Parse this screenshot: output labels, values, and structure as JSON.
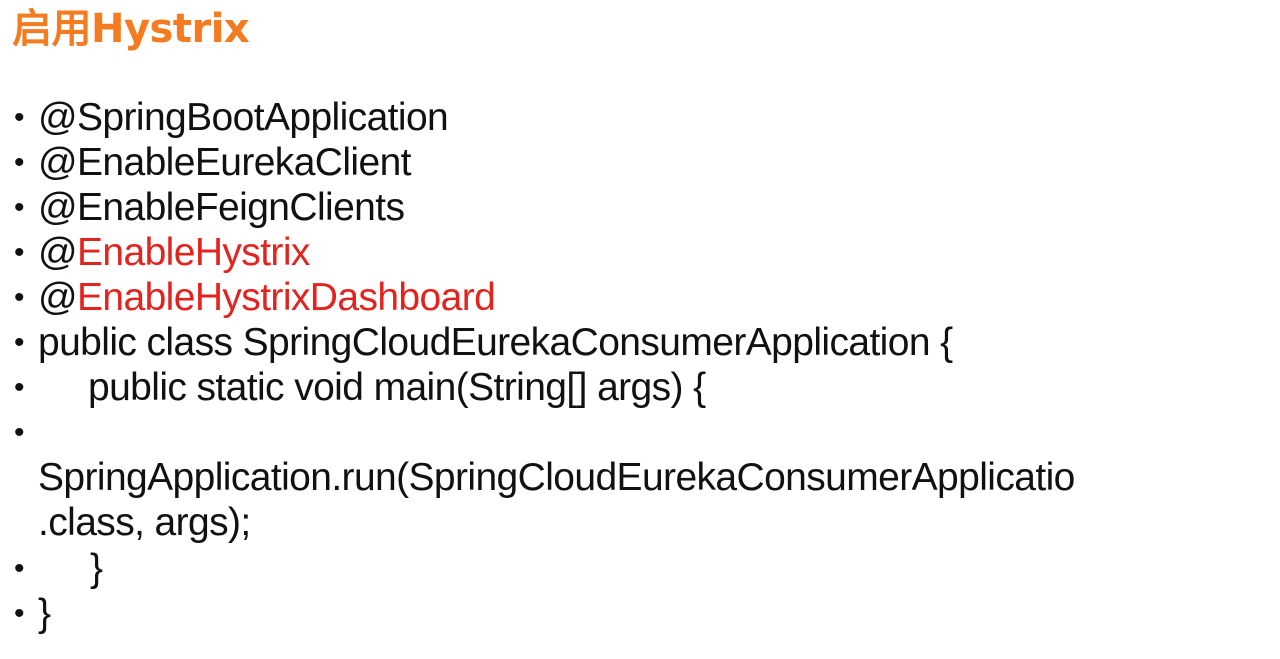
{
  "title": "启用Hystrix",
  "bullet_char": "•",
  "lines": {
    "l1": "@SpringBootApplication",
    "l2": "@EnableEurekaClient",
    "l3": "@EnableFeignClients",
    "l4_prefix": "@",
    "l4_red": "EnableHystrix",
    "l5_prefix": "@",
    "l5_red": "EnableHystrixDashboard",
    "l6": "public class SpringCloudEurekaConsumerApplication {",
    "l7": "public static void main(String[] args) {",
    "l8a": "SpringApplication.run(SpringCloudEurekaConsumerApplicatio",
    "l8b": ".class, args);",
    "l9": "}",
    "l10": "}"
  },
  "colors": {
    "title": "#f47b20",
    "highlight": "#e3231e",
    "text": "#111111"
  }
}
